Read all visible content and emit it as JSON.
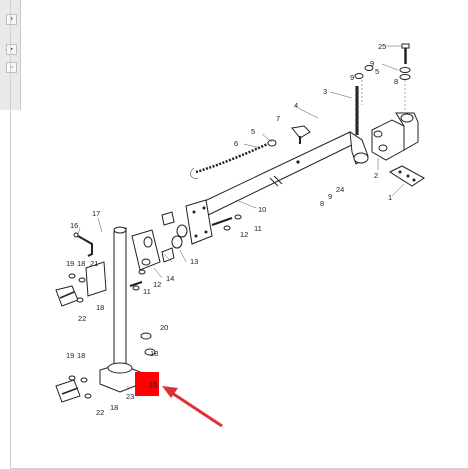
{
  "callouts": [
    {
      "id": "c25",
      "text": "25"
    },
    {
      "id": "c9a",
      "text": "9"
    },
    {
      "id": "c5a",
      "text": "5"
    },
    {
      "id": "c9b",
      "text": "9"
    },
    {
      "id": "c8a",
      "text": "8"
    },
    {
      "id": "c3",
      "text": "3"
    },
    {
      "id": "c4",
      "text": "4"
    },
    {
      "id": "c7",
      "text": "7"
    },
    {
      "id": "c5b",
      "text": "5"
    },
    {
      "id": "c6",
      "text": "6"
    },
    {
      "id": "c2",
      "text": "2"
    },
    {
      "id": "c1",
      "text": "1"
    },
    {
      "id": "c24",
      "text": "24"
    },
    {
      "id": "c9c",
      "text": "9"
    },
    {
      "id": "c8b",
      "text": "8"
    },
    {
      "id": "c10",
      "text": "10"
    },
    {
      "id": "c17",
      "text": "17"
    },
    {
      "id": "c16",
      "text": "16"
    },
    {
      "id": "c11a",
      "text": "11"
    },
    {
      "id": "c12a",
      "text": "12"
    },
    {
      "id": "c13",
      "text": "13"
    },
    {
      "id": "c14",
      "text": "14"
    },
    {
      "id": "c19a",
      "text": "19"
    },
    {
      "id": "c18a",
      "text": "18"
    },
    {
      "id": "c21",
      "text": "21"
    },
    {
      "id": "c12b",
      "text": "12"
    },
    {
      "id": "c11b",
      "text": "11"
    },
    {
      "id": "c18b",
      "text": "18"
    },
    {
      "id": "c22a",
      "text": "22"
    },
    {
      "id": "c20",
      "text": "20"
    },
    {
      "id": "c18c",
      "text": "18"
    },
    {
      "id": "c19b",
      "text": "19"
    },
    {
      "id": "c18d",
      "text": "18"
    },
    {
      "id": "c23",
      "text": "23"
    },
    {
      "id": "c15",
      "text": "15"
    },
    {
      "id": "c18e",
      "text": "18"
    },
    {
      "id": "c22b",
      "text": "22"
    }
  ],
  "highlight": {
    "color": "#ff0000"
  },
  "arrow": {
    "color": "#e03030"
  },
  "toolbar_icons": [
    "expand-icon",
    "print-icon",
    "page-icon"
  ]
}
